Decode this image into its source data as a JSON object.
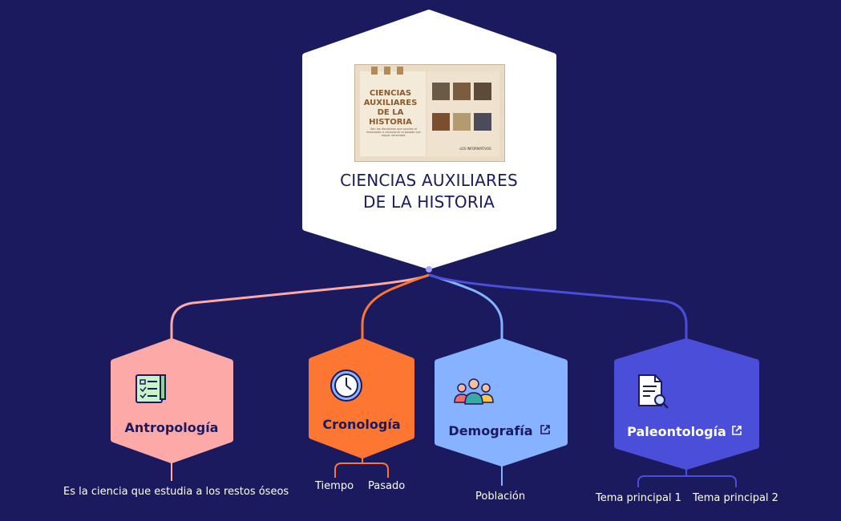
{
  "central": {
    "title_line1": "CIENCIAS AUXILIARES",
    "title_line2": "DE LA HISTORIA",
    "thumbnail": {
      "title_lines": [
        "CIENCIAS",
        "AUXILIARES",
        "DE LA",
        "HISTORIA"
      ],
      "caption": "Son las disciplinas que ayudan al historiador a reconstruir el pasado con mayor veracidad.",
      "footer": "LOS INFORMATIVOS"
    }
  },
  "colors": {
    "background": "#1b1a5e",
    "antropologia": "#fda9a8",
    "cronologia": "#fd7733",
    "demografia": "#86b2ff",
    "paleontologia": "#4a4ed8"
  },
  "nodes": {
    "antropologia": {
      "label": "Antropología",
      "icon": "checklist-icon",
      "children": [
        "Es la ciencia que estudia a los restos óseos"
      ]
    },
    "cronologia": {
      "label": "Cronología",
      "icon": "clock-icon",
      "children": [
        "Tiempo",
        "Pasado"
      ]
    },
    "demografia": {
      "label": "Demografía",
      "icon": "people-icon",
      "link_icon": "external-link-icon",
      "children": [
        "Población"
      ]
    },
    "paleontologia": {
      "label": "Paleontología",
      "icon": "document-search-icon",
      "link_icon": "external-link-icon",
      "children": [
        "Tema principal 1",
        "Tema principal 2"
      ]
    }
  }
}
